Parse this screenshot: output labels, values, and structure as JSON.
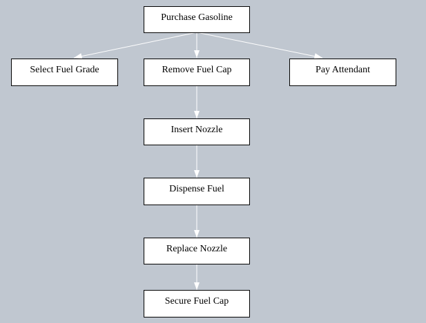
{
  "diagram": {
    "nodes": [
      {
        "id": "purchase",
        "label": "Purchase Gasoline"
      },
      {
        "id": "grade",
        "label": "Select Fuel Grade"
      },
      {
        "id": "cap",
        "label": "Remove Fuel Cap"
      },
      {
        "id": "pay",
        "label": "Pay Attendant"
      },
      {
        "id": "insert",
        "label": "Insert Nozzle"
      },
      {
        "id": "dispense",
        "label": "Dispense Fuel"
      },
      {
        "id": "replace",
        "label": "Replace Nozzle"
      },
      {
        "id": "secure",
        "label": "Secure Fuel Cap"
      }
    ],
    "edges": [
      {
        "from": "purchase",
        "to": "grade"
      },
      {
        "from": "purchase",
        "to": "cap"
      },
      {
        "from": "purchase",
        "to": "pay"
      },
      {
        "from": "cap",
        "to": "insert"
      },
      {
        "from": "insert",
        "to": "dispense"
      },
      {
        "from": "dispense",
        "to": "replace"
      },
      {
        "from": "replace",
        "to": "secure"
      }
    ],
    "colors": {
      "background": "#c0c7d0",
      "node_fill": "#ffffff",
      "node_border": "#000000",
      "connector": "#ffffff"
    }
  }
}
